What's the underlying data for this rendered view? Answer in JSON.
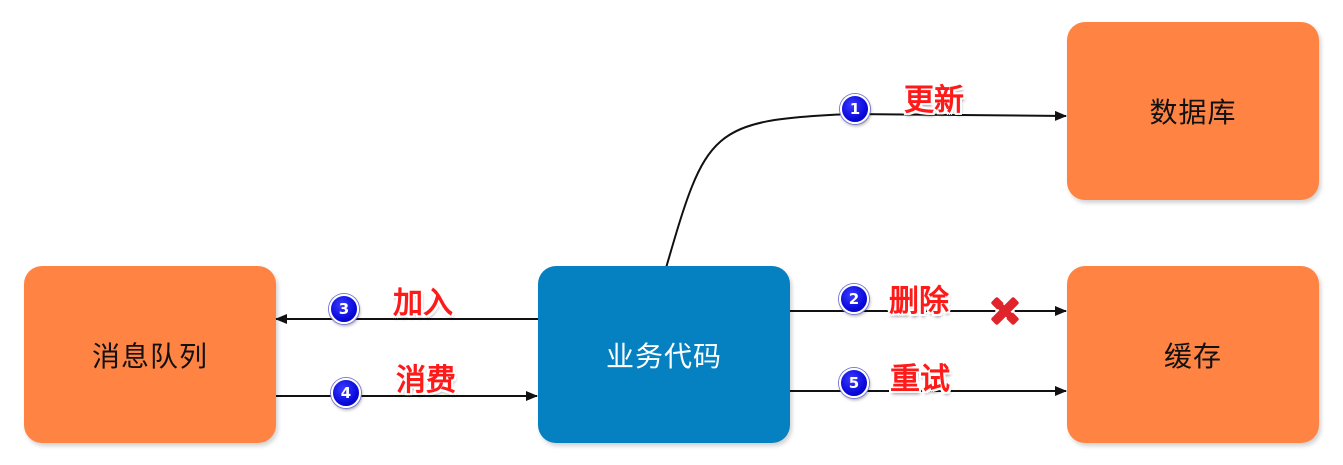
{
  "nodes": {
    "database": "数据库",
    "cache": "缓存",
    "message_queue": "消息队列",
    "business_code": "业务代码"
  },
  "steps": [
    {
      "num": "1",
      "label": "更新"
    },
    {
      "num": "2",
      "label": "删除"
    },
    {
      "num": "3",
      "label": "加入"
    },
    {
      "num": "4",
      "label": "消费"
    },
    {
      "num": "5",
      "label": "重试"
    }
  ],
  "colors": {
    "store_box": "#ff8444",
    "business_box": "#0581c1",
    "label_text": "#ff1a1a",
    "badge": "#0a0adc",
    "fail_mark": "#e0242b"
  },
  "icons": {
    "fail": "red-x-icon"
  }
}
